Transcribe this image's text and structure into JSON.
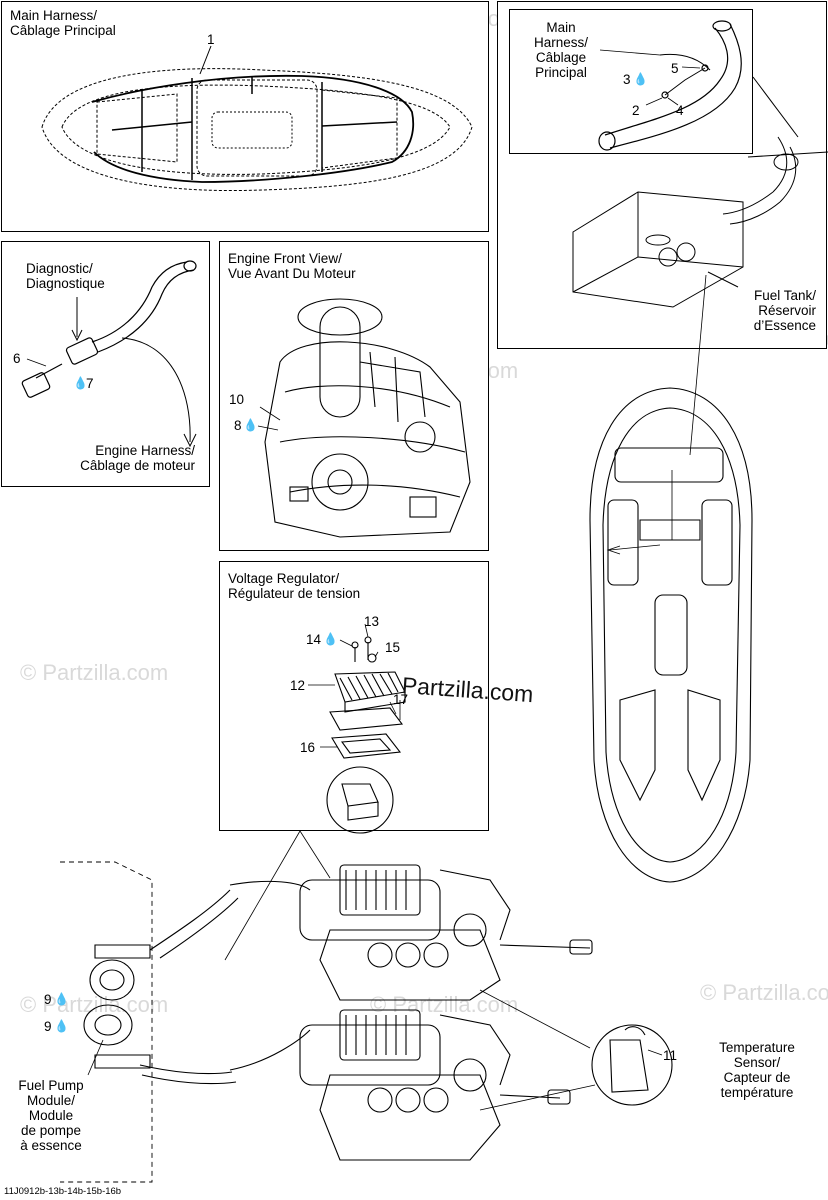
{
  "watermark": "© Partzilla.com",
  "brand_watermark": "Partzilla.com",
  "drop_glyph": "💧",
  "main_harness_panel": {
    "label": "Main Harness/\nCâblage Principal",
    "callouts": {
      "c1": "1"
    }
  },
  "fuel_tank_panel": {
    "harness_label": "Main\nHarness/\nCâblage\nPrincipal",
    "fuel_tank_label": "Fuel Tank/\nRéservoir\nd’Essence",
    "callouts": {
      "c2": "2",
      "c3": "3",
      "c4": "4",
      "c5": "5"
    }
  },
  "diagnostic_panel": {
    "diagnostic_label": "Diagnostic/\nDiagnostique",
    "engine_harness_label": "Engine Harness/\nCâblage de moteur",
    "callouts": {
      "c6": "6",
      "c7": "7"
    }
  },
  "engine_front_panel": {
    "label": "Engine Front View/\nVue Avant Du Moteur",
    "callouts": {
      "c8": "8",
      "c10": "10"
    }
  },
  "voltage_regulator_panel": {
    "label": "Voltage Regulator/\nRégulateur de tension",
    "callouts": {
      "c12": "12",
      "c13": "13",
      "c14": "14",
      "c15": "15",
      "c16": "16",
      "c17": "17"
    }
  },
  "lower_section": {
    "fuel_pump_label": "Fuel Pump\nModule/\nModule\nde pompe\nà essence",
    "temperature_sensor_label": "Temperature\nSensor/\nCapteur de\ntempérature",
    "callouts": {
      "c9a": "9",
      "c9b": "9",
      "c11": "11"
    }
  },
  "diagram_code": "11J0912b-13b-14b-15b-16b"
}
